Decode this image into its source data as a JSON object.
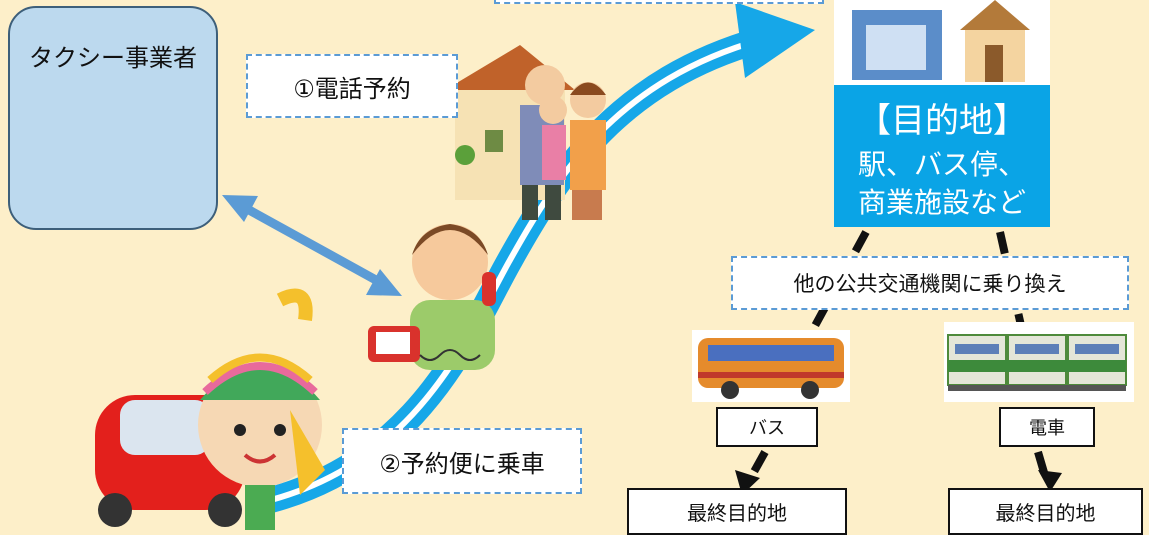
{
  "operator": {
    "label": "タクシー事業者"
  },
  "steps": {
    "phone_reservation": "①電話予約",
    "board": "②予約便に乗車"
  },
  "destination": {
    "title": "【目的地】",
    "line1": "駅、バス停、",
    "line2": "商業施設など"
  },
  "transfer": "他の公共交通機関に乗り換え",
  "modes": {
    "bus": "バス",
    "train": "電車"
  },
  "final": {
    "bus_final": "最終目的地",
    "train_final": "最終目的地"
  },
  "colors": {
    "background": "#fdefc9",
    "route_blue": "#16a7e8",
    "dest_blue": "#0aa4e6",
    "link_blue": "#5b9bd5"
  },
  "icons": [
    "headset-operator-icon",
    "family-house-icon",
    "grandmother-phone-icon",
    "mascot-car-icon",
    "destination-building-icon",
    "bus-icon",
    "train-icon"
  ]
}
